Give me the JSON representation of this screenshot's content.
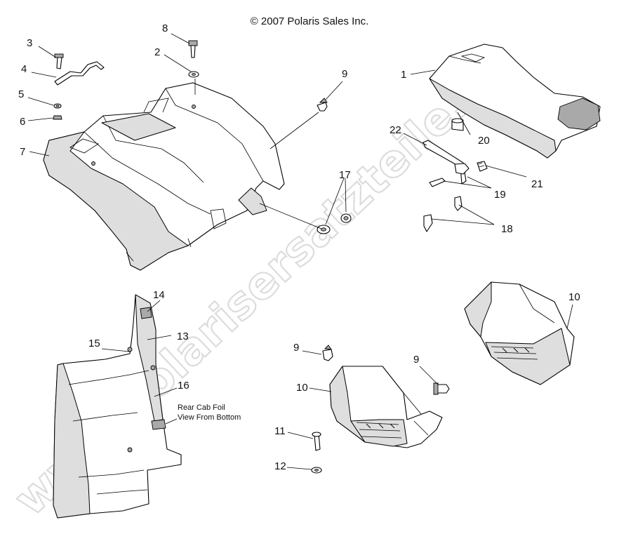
{
  "copyright": "© 2007 Polaris Sales Inc.",
  "watermark": "www.polarisersatzteile.de",
  "caption_lines": [
    "Rear Cab Foil",
    "View From Bottom"
  ],
  "callouts": {
    "c1": "1",
    "c2": "2",
    "c3": "3",
    "c4": "4",
    "c5": "5",
    "c6": "6",
    "c7": "7",
    "c8": "8",
    "c9a": "9",
    "c9b": "9",
    "c9c": "9",
    "c10a": "10",
    "c10b": "10",
    "c11": "11",
    "c12": "12",
    "c13": "13",
    "c14": "14",
    "c15": "15",
    "c16": "16",
    "c17": "17",
    "c18": "18",
    "c19": "19",
    "c20": "20",
    "c21": "21",
    "c22": "22"
  }
}
